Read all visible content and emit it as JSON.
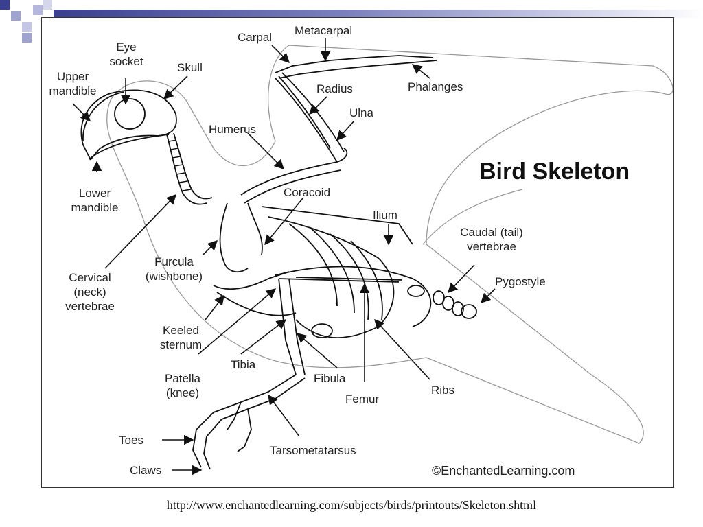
{
  "diagram": {
    "title": "Bird Skeleton",
    "credit": "©EnchantedLearning.com",
    "source_url": "http://www.enchantedlearning.com/subjects/birds/printouts/Skeleton.shtml",
    "labels": {
      "upper_mandible": "Upper mandible",
      "eye_socket": "Eye socket",
      "skull": "Skull",
      "carpal": "Carpal",
      "metacarpal": "Metacarpal",
      "radius": "Radius",
      "phalanges": "Phalanges",
      "ulna": "Ulna",
      "humerus": "Humerus",
      "lower_mandible": "Lower mandible",
      "coracoid": "Coracoid",
      "ilium": "Ilium",
      "caudal_vertebrae": "Caudal (tail) vertebrae",
      "pygostyle": "Pygostyle",
      "cervical_vertebrae": "Cervical (neck) vertebrae",
      "furcula": "Furcula (wishbone)",
      "keeled_sternum": "Keeled sternum",
      "tibia": "Tibia",
      "patella": "Patella (knee)",
      "fibula": "Fibula",
      "femur": "Femur",
      "ribs": "Ribs",
      "toes": "Toes",
      "claws": "Claws",
      "tarsometatarsus": "Tarsometatarsus"
    }
  }
}
